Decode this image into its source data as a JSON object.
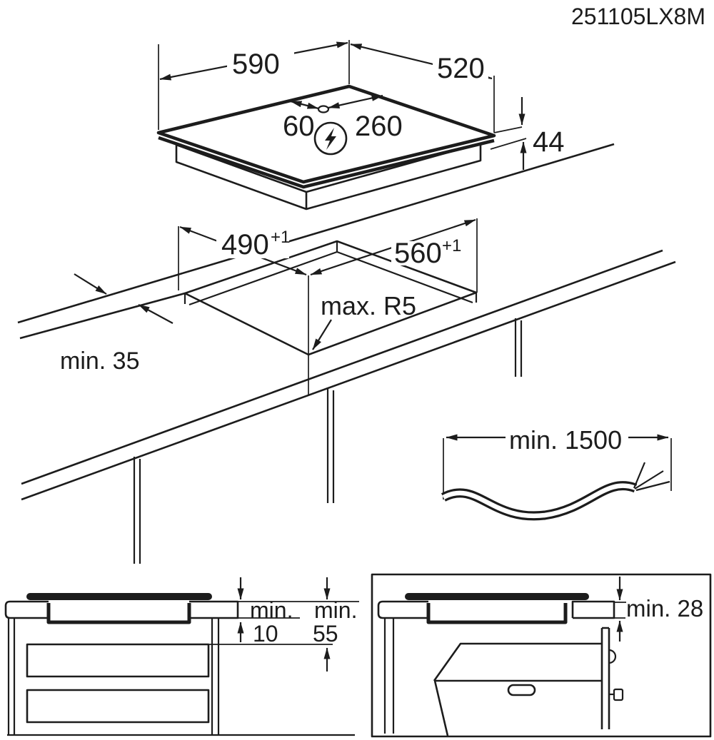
{
  "title": {
    "model_number": "251105LX8M"
  },
  "colors": {
    "line": "#1c1c1c",
    "background": "#ffffff"
  },
  "hob_view": {
    "width": "590",
    "depth": "520",
    "height": "44",
    "cable_offset_small": "60",
    "cable_offset_large": "260"
  },
  "cutout_view": {
    "depth": "490",
    "depth_tolerance": "+1",
    "width": "560",
    "width_tolerance": "+1",
    "corner_radius": "max. R5",
    "front_clearance": "min. 35"
  },
  "cable_view": {
    "min_length": "min. 1500"
  },
  "drawer_view": {
    "gap_label_1": "min.",
    "gap_value_1": "10",
    "gap_label_2": "min.",
    "gap_value_2": "55"
  },
  "oven_view": {
    "clearance": "min. 28"
  }
}
